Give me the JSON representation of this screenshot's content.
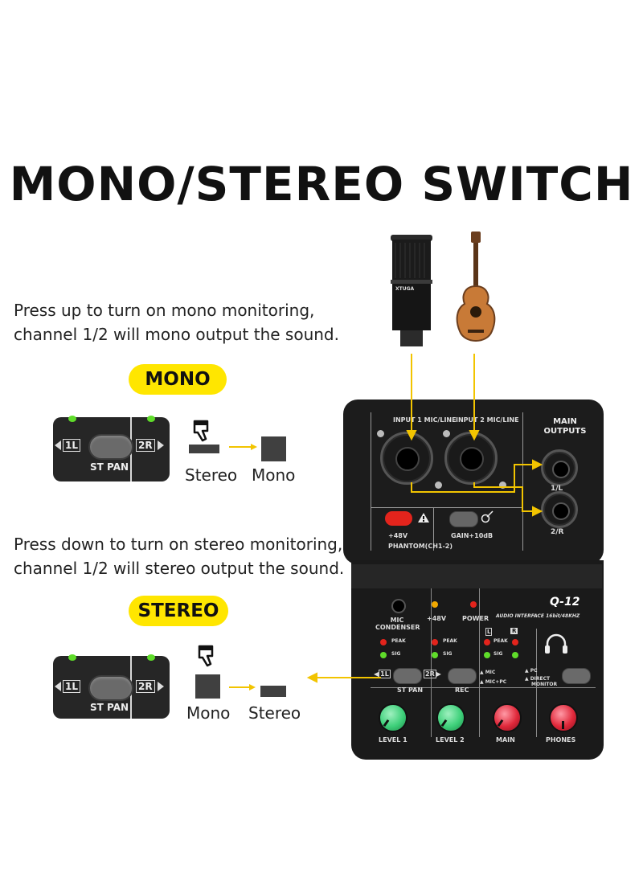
{
  "title": "MONO/STEREO SWITCH",
  "mono_section": {
    "description_line1": "Press up to turn on mono monitoring,",
    "description_line2": "channel 1/2 will mono output the sound.",
    "pill_label": "MONO",
    "switch_left": "1L",
    "switch_right": "2R",
    "switch_caption": "ST PAN",
    "from_label": "Stereo",
    "to_label": "Mono"
  },
  "stereo_section": {
    "description_line1": "Press down to turn on stereo monitoring,",
    "description_line2": "channel 1/2 will stereo output the sound.",
    "pill_label": "STEREO",
    "switch_left": "1L",
    "switch_right": "2R",
    "switch_caption": "ST PAN",
    "from_label": "Mono",
    "to_label": "Stereo"
  },
  "microphone_brand": "XTUGA",
  "colors": {
    "accent_yellow": "#ffe600",
    "arrow_yellow": "#f2c400",
    "panel_dark": "#262626",
    "led_green": "#5fdc2a",
    "led_red": "#e3241c",
    "knob_green": "#3ed07a",
    "knob_red": "#e0283a"
  },
  "device": {
    "model": "Q-12",
    "subtitle": "AUDIO INTERFACE 16bit/48KHZ",
    "input1_label": "INPUT 1 MIC/LINE",
    "input2_label": "INPUT 2 MIC/LINE",
    "main_outputs_line1": "MAIN",
    "main_outputs_line2": "OUTPUTS",
    "out_left": "1/L",
    "out_right": "2/R",
    "phantom_voltage": "+48V",
    "phantom_label": "PHANTOM(CH1-2)",
    "gain_label": "GAIN+10dB",
    "mic_condenser_line1": "MIC",
    "mic_condenser_line2": "CONDENSER",
    "led_48v_label": "+48V",
    "led_power_label": "POWER",
    "peak_label": "PEAK",
    "sig_label": "SIG",
    "meter_l": "L",
    "meter_r": "R",
    "st_pan_label": "ST PAN",
    "rec_label": "REC",
    "btn_1l": "1L",
    "btn_2r": "2R",
    "rec_opt_mic": "MIC",
    "rec_opt_mic_pc": "MIC+PC",
    "pc_label": "PC",
    "direct_monitor_line1": "DIRECT",
    "direct_monitor_line2": "MONITOR",
    "knob_level1": "LEVEL 1",
    "knob_level2": "LEVEL 2",
    "knob_main": "MAIN",
    "knob_phones": "PHONES"
  }
}
